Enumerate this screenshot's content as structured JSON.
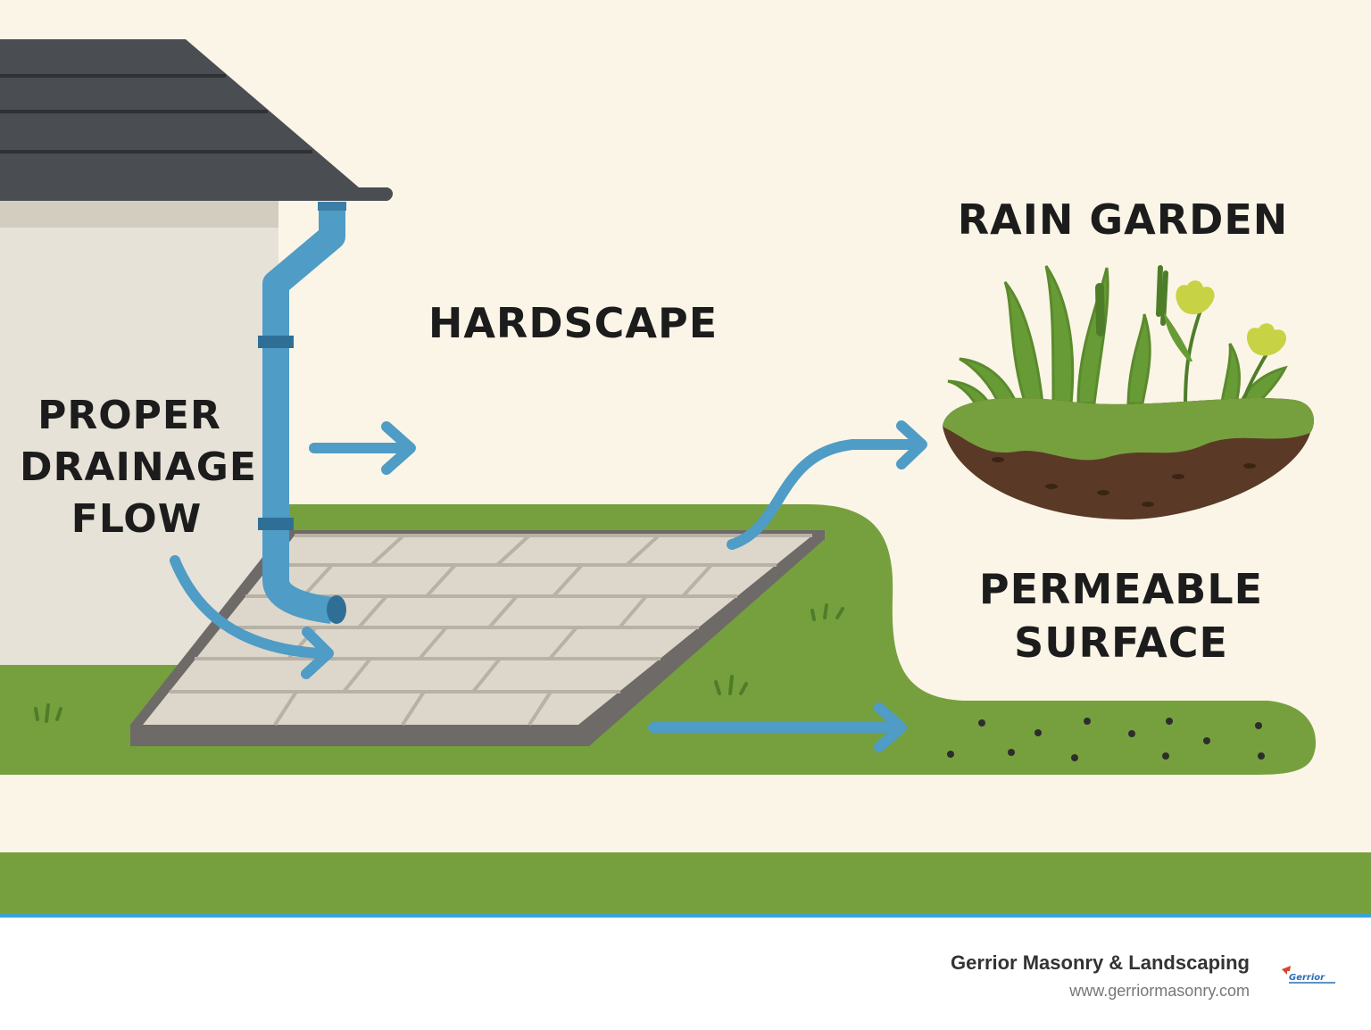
{
  "labels": {
    "proper_drainage": [
      "PROPER",
      "DRAINAGE",
      "FLOW"
    ],
    "hardscape": "HARDSCAPE",
    "rain_garden": "RAIN GARDEN",
    "permeable_surface": [
      "PERMEABLE",
      "SURFACE"
    ]
  },
  "footer": {
    "company": "Gerrior Masonry & Landscaping",
    "website": "www.gerriormasonry.com",
    "logo_text": "Gerrior"
  },
  "colors": {
    "background": "#fbf5e7",
    "roof": "#4a4d52",
    "wall": "#e6e2d8",
    "downspout": "#4f9cc6",
    "arrow": "#4f9cc6",
    "lawn": "#76a03e",
    "pavers": "#ddd7cb",
    "paver_edge": "#6e6a67",
    "soil": "#5a3a26",
    "flower": "#c7d344",
    "footer_rule": "#3aa3d6"
  }
}
